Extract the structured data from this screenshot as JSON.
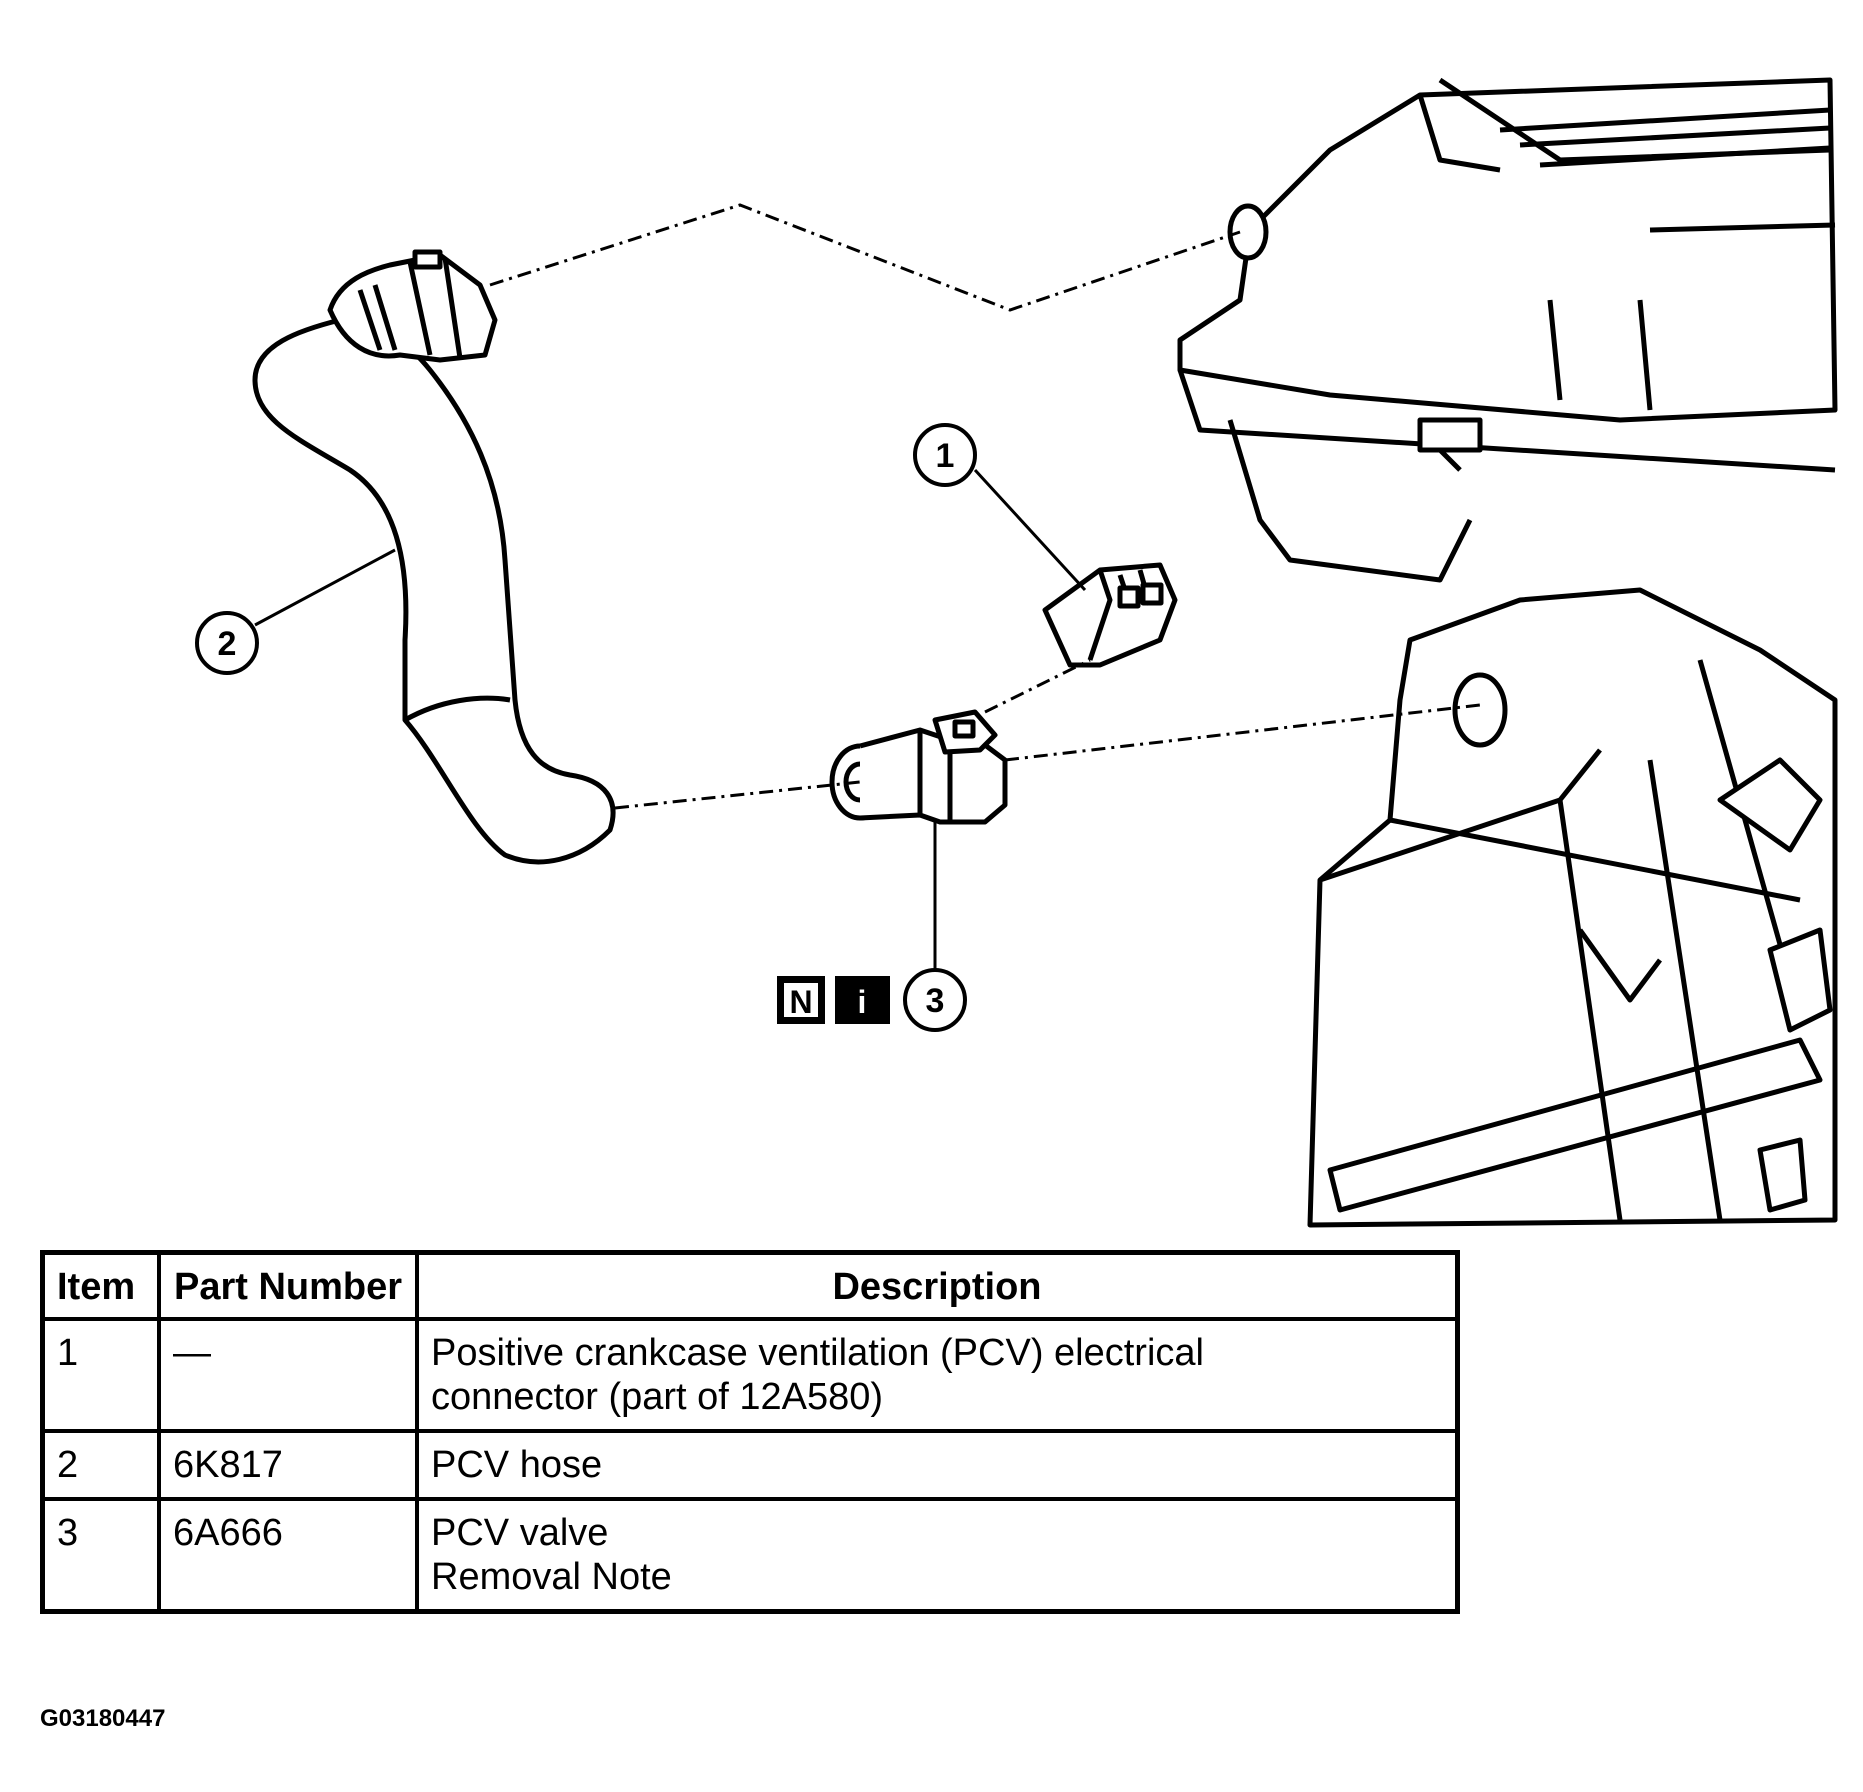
{
  "callouts": {
    "item1": "1",
    "item2": "2",
    "item3": "3",
    "badge_n": "N",
    "badge_i": "i"
  },
  "table": {
    "headers": {
      "item": "Item",
      "part_line1": "Part",
      "part_line2": "Number",
      "description": "Description"
    },
    "rows": [
      {
        "item": "1",
        "part": "—",
        "desc1": "Positive crankcase ventilation (PCV) electrical",
        "desc2": "connector (part of 12A580)"
      },
      {
        "item": "2",
        "part": "6K817",
        "desc1": "PCV hose",
        "desc2": ""
      },
      {
        "item": "3",
        "part": "6A666",
        "desc1": "PCV valve",
        "desc2": "Removal Note"
      }
    ]
  },
  "figure_code": "G03180447"
}
